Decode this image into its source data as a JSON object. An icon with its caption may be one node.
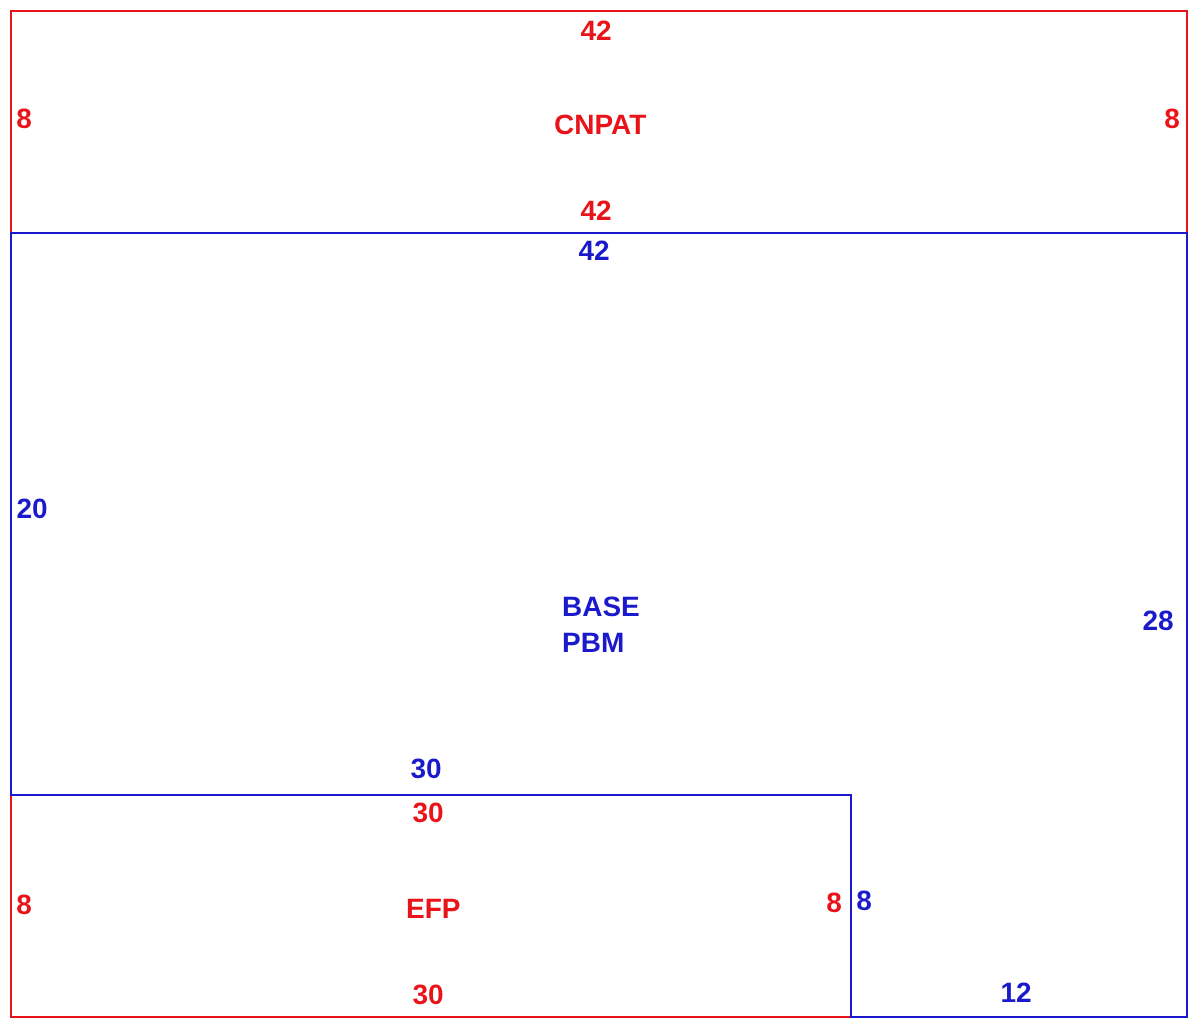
{
  "diagram": {
    "nodes": [
      {
        "text": [
          "42",
          "8",
          "CNPAT",
          "8",
          "42"
        ]
      },
      {
        "text": [
          "42",
          "20",
          "BASE PBM",
          "28",
          "30",
          "8",
          "12"
        ]
      },
      {
        "text": [
          "30",
          "8",
          "EFP",
          "8",
          "30"
        ]
      }
    ]
  }
}
